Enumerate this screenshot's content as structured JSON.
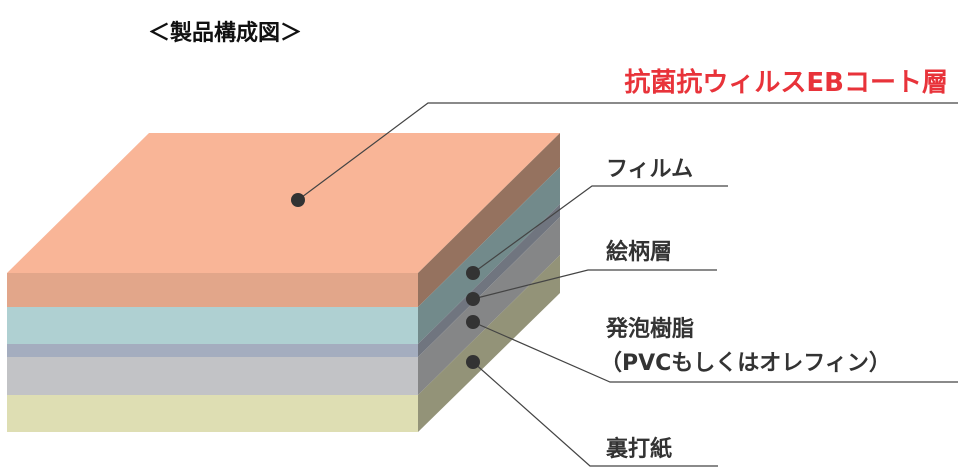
{
  "title": "＜製品構成図＞",
  "layers": {
    "coat": {
      "label": "抗菌抗ウィルスEBコート層",
      "color": "#e8333a"
    },
    "film": {
      "label": "フィルム"
    },
    "pattern": {
      "label": "絵柄層"
    },
    "foam": {
      "label": "発泡樹脂",
      "sublabel": "（PVCもしくはオレフィン）"
    },
    "backing": {
      "label": "裏打紙"
    }
  }
}
